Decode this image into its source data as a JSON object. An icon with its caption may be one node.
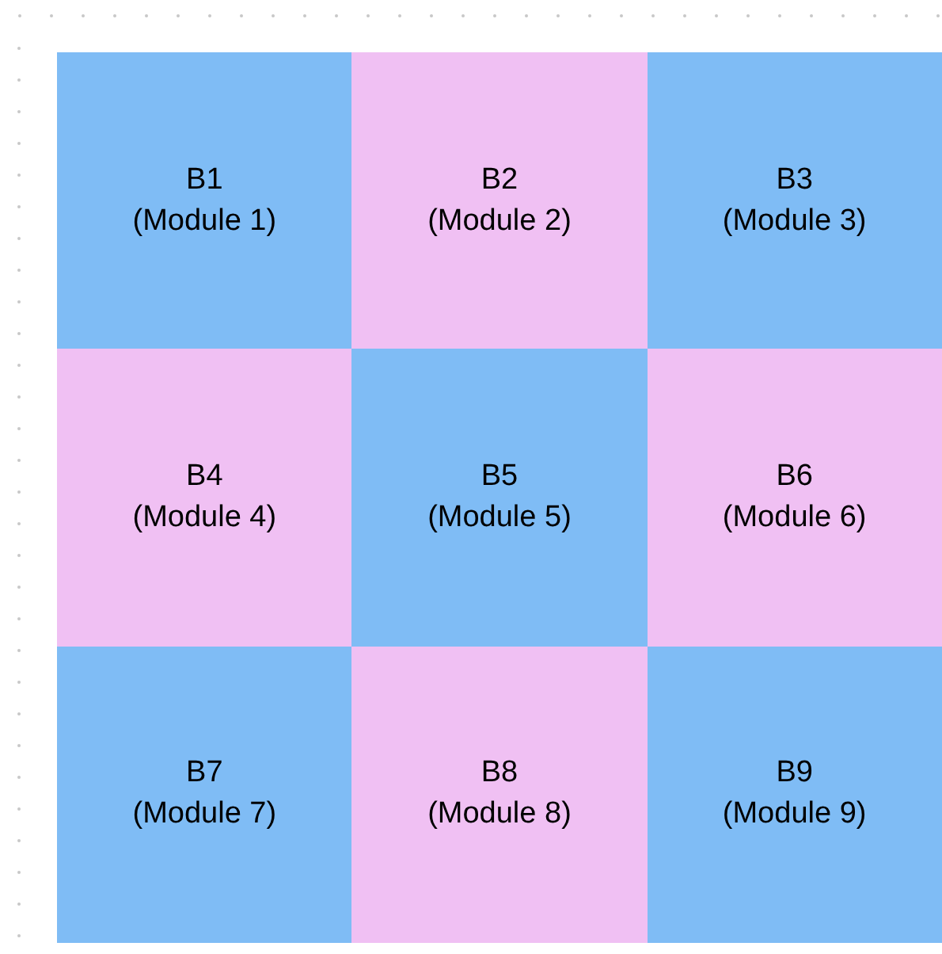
{
  "diagram": {
    "nodes": [
      {
        "text": [
          "B1",
          "(Module 1)"
        ]
      },
      {
        "text": [
          "B2",
          "(Module 2)"
        ]
      },
      {
        "text": [
          "B3",
          "(Module 3)"
        ]
      },
      {
        "text": [
          "B4",
          "(Module 4)"
        ]
      },
      {
        "text": [
          "B5",
          "(Module 5)"
        ]
      },
      {
        "text": [
          "B6",
          "(Module 6)"
        ]
      },
      {
        "text": [
          "B7",
          "(Module 7)"
        ]
      },
      {
        "text": [
          "B8",
          "(Module 8)"
        ]
      },
      {
        "text": [
          "B9",
          "(Module 9)"
        ]
      }
    ]
  }
}
